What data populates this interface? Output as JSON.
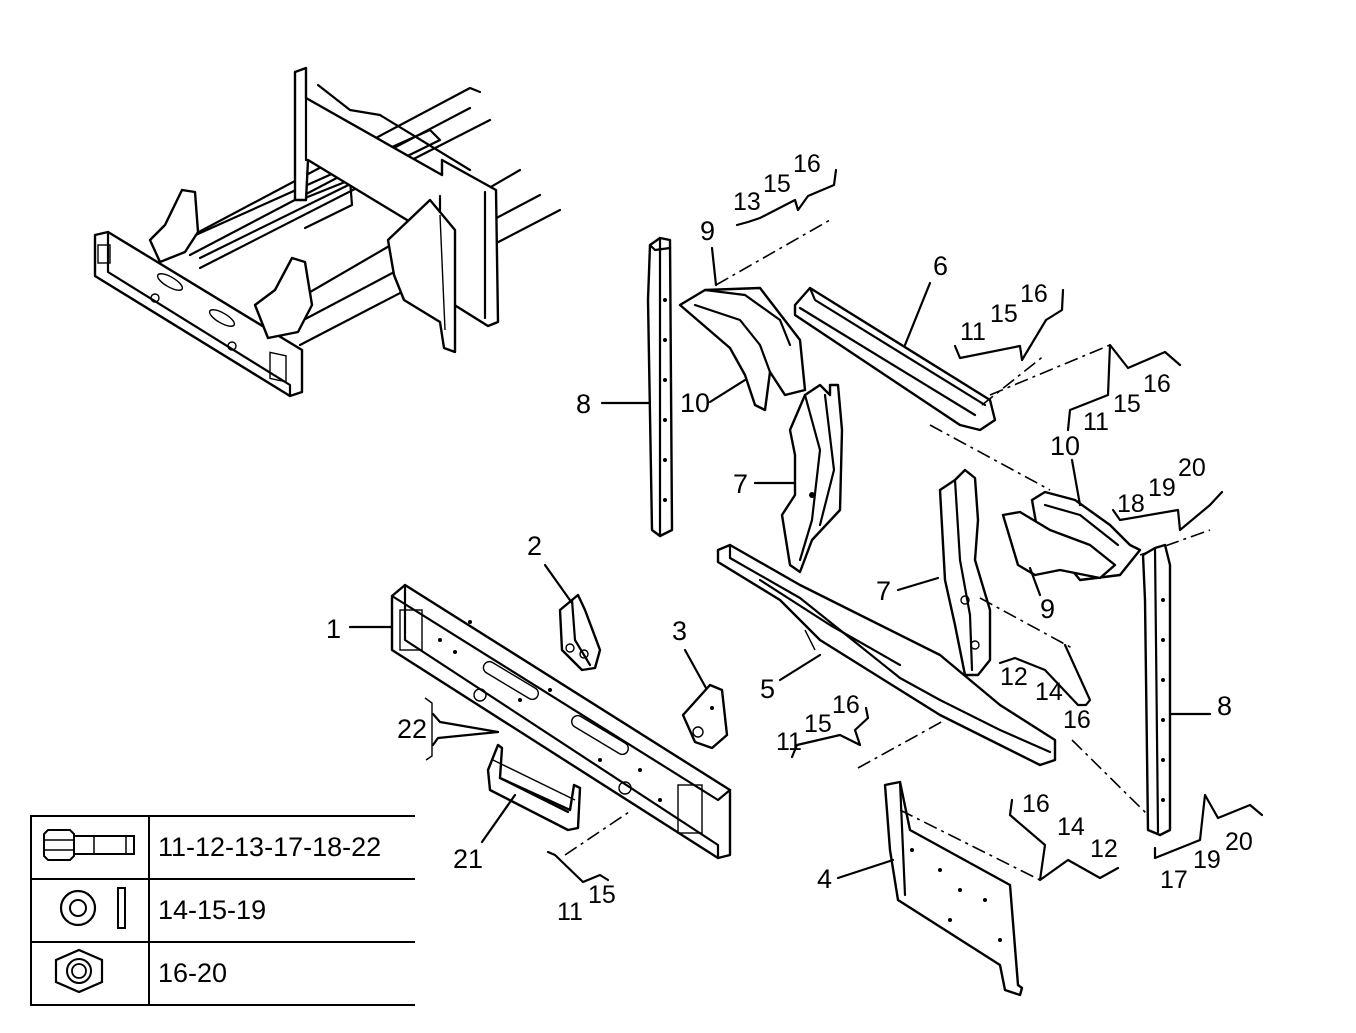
{
  "callouts": {
    "p1": "1",
    "p2": "2",
    "p3": "3",
    "p4": "4",
    "p5": "5",
    "p6": "6",
    "p7a": "7",
    "p7b": "7",
    "p8a": "8",
    "p8b": "8",
    "p9a": "9",
    "p9b": "9",
    "p10a": "10",
    "p10b": "10",
    "p21": "21",
    "p22": "22"
  },
  "hardware_groups": {
    "g_top": [
      "13",
      "15",
      "16"
    ],
    "g_6": [
      "11",
      "15",
      "16"
    ],
    "g_right": [
      "11",
      "15",
      "16"
    ],
    "g_1819": [
      "18",
      "19",
      "20"
    ],
    "g_1214": [
      "12",
      "14"
    ],
    "g_16a": "16",
    "g_5": [
      "11",
      "15",
      "16"
    ],
    "g_bottom": [
      "16",
      "14",
      "12"
    ],
    "g_1719": [
      "17",
      "19",
      "20"
    ],
    "g_21": [
      "11",
      "15"
    ]
  },
  "legend": [
    {
      "icon": "bolt-icon",
      "parts": "11-12-13-17-18-22"
    },
    {
      "icon": "washer-icon",
      "parts": "14-15-19"
    },
    {
      "icon": "nut-icon",
      "parts": "16-20"
    }
  ]
}
